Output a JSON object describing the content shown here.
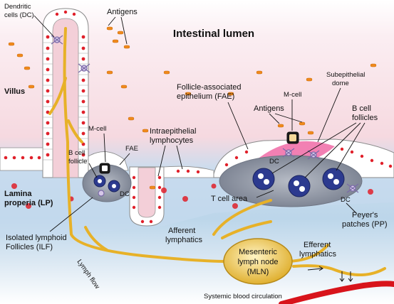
{
  "diagram": {
    "title": "Intestinal lumen",
    "labels": {
      "dendritic_cells": [
        "Dendritic",
        "cells (DC)"
      ],
      "antigens_top": "Antigens",
      "villus": "Villus",
      "m_cell_left": "M-cell",
      "b_cell_follicle": [
        "B cell",
        "follicle"
      ],
      "fae_short": "FAE",
      "intraepithelial": [
        "Intraepithelial",
        "lymphocytes"
      ],
      "fae_long": [
        "Follicle-associated",
        "epithelium (FAE)"
      ],
      "m_cell_right": "M-cell",
      "subepithelial_dome": [
        "Subepithelial",
        "dome"
      ],
      "antigens_mid": "Antigens",
      "b_cell_follicles": [
        "B cell",
        "follicles"
      ],
      "lamina_propria": [
        "Lamina",
        "properia (LP)"
      ],
      "dc_left": "DC",
      "dc_dome": "DC",
      "dc_right": "DC",
      "t_cell_area": "T cell area",
      "peyers_patches": [
        "Peyer's",
        "patches (PP)"
      ],
      "isolated_lymphoid": [
        "Isolated lymphoid",
        "Follicles (ILF)"
      ],
      "lymph_flow": "Lymph flow",
      "afferent": [
        "Afferent",
        "lymphatics"
      ],
      "mln": [
        "Mesenteric",
        "lymph node",
        "(MLN)"
      ],
      "efferent": [
        "Efferent",
        "lymphatics"
      ],
      "systemic": "Systemic blood circulation"
    },
    "colors": {
      "lumen_top": "#ffffff",
      "lumen_pink": "#f6d9e0",
      "lamina_blue": "#bcd6ea",
      "epithelium": "#ffffff",
      "nucleus": "#e0202a",
      "antigen": "#f08a1c",
      "lymphatic": "#e7b128",
      "follicle": "#8f95a3",
      "blood_vessel": "#d8141b",
      "dome": "#f06aa6"
    }
  }
}
